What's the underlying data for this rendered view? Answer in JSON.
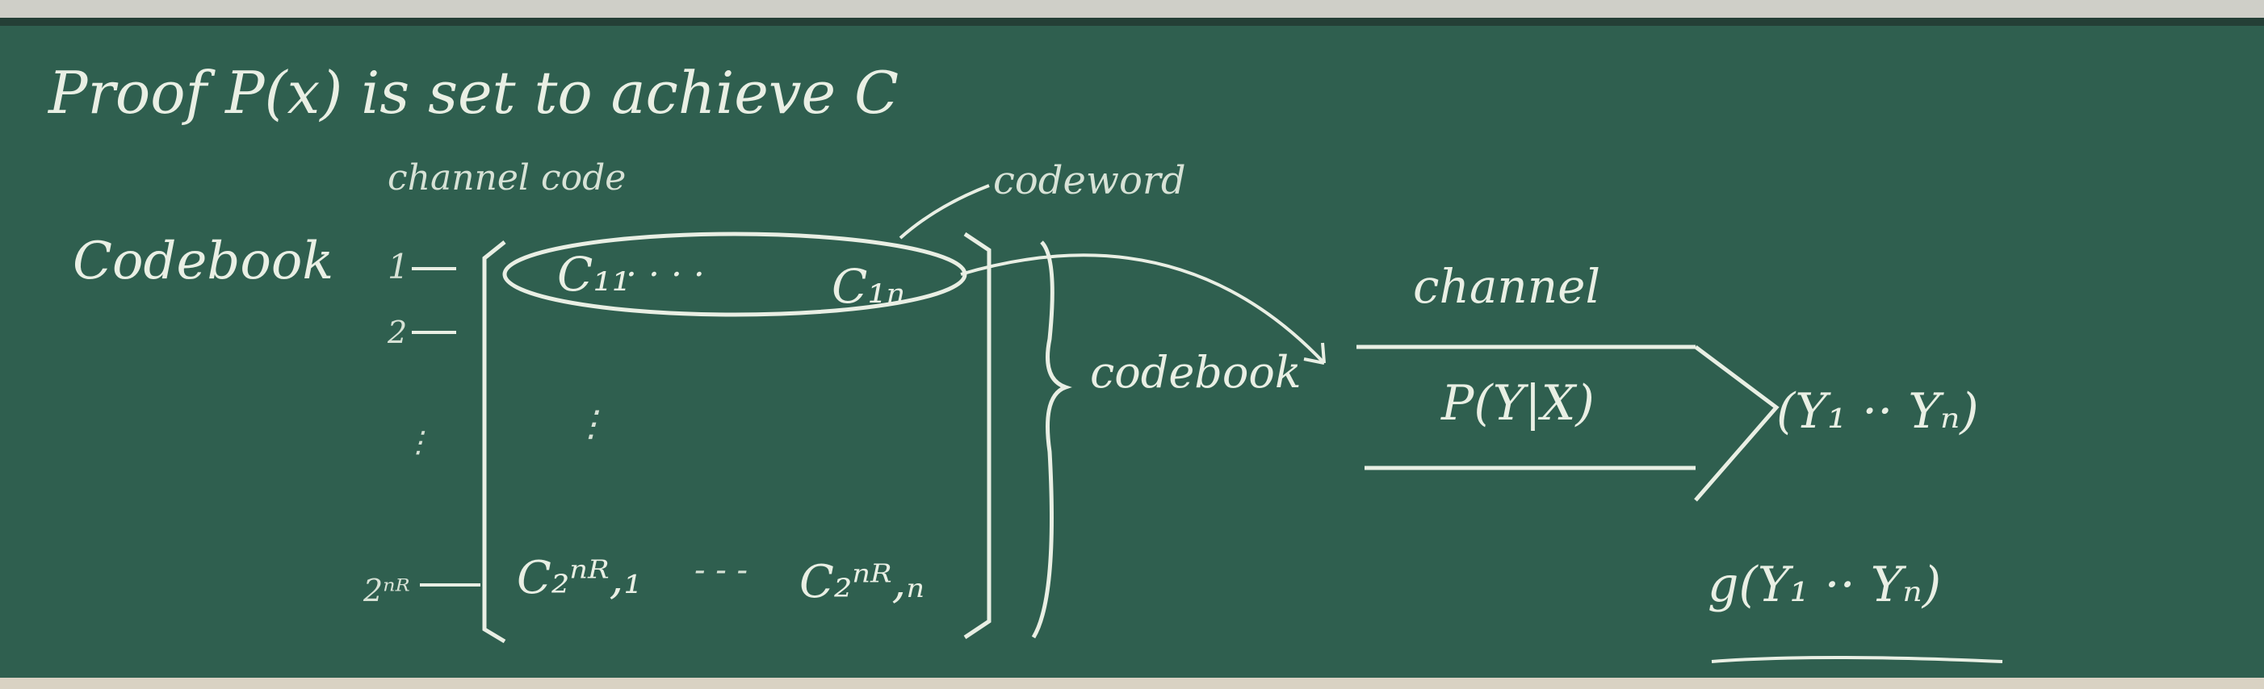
{
  "board": {
    "proof_line": "Proof P(x) is set to achieve C",
    "label_channel_code": "channel code",
    "label_codeword": "codeword",
    "codebook_label": "Codebook",
    "row_index_1": "1",
    "row_index_2": "2",
    "row_index_last": "2ⁿᴿ",
    "matrix_row1_first": "C₁₁",
    "matrix_row1_last": "C₁ₙ",
    "matrix_row_last_first": "C₂ⁿᴿ,₁",
    "matrix_row_last_last": "C₂ⁿᴿ,ₙ",
    "dots": "· · · ·",
    "codebook_brace_label": "codebook",
    "channel_word": "channel",
    "channel_expr": "P(Y|X)",
    "output_tuple": "(Y₁ ·· Yₙ)",
    "decoder_expr": "g(Y₁ ·· Yₙ)",
    "colors": {
      "board": "#2f5f4f",
      "chalk": "#e9efe4",
      "frame": "#d9d2c3"
    }
  }
}
